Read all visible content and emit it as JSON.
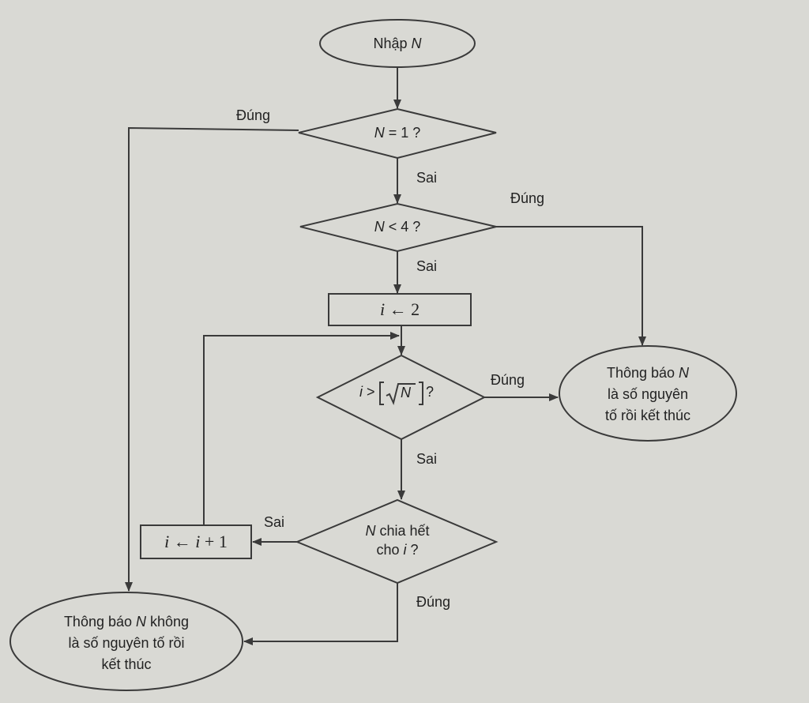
{
  "colors": {
    "background": "#d9d9d4",
    "stroke": "#3a3a3a",
    "text": "#222222"
  },
  "nodes": {
    "start": {
      "prefix": "Nhập ",
      "var": "N"
    },
    "check_n1": {
      "var": "N",
      "rest": " = 1 ?"
    },
    "check_n4": {
      "var": "N",
      "rest": " < 4 ?"
    },
    "assign_i2": {
      "var": "i",
      "rest": " ← 2"
    },
    "check_sqrt": {
      "var": "i",
      "rest": " > ",
      "sqrt_var": "N",
      "tail": " ?"
    },
    "check_div": {
      "line1_var": "N",
      "line1_rest": " chia hết",
      "line2_prefix": "cho ",
      "line2_var": "i",
      "line2_rest": " ?"
    },
    "increment_i": {
      "var1": "i",
      "arrow": " ← ",
      "var2": "i",
      "rest": " + 1"
    },
    "prime_end": {
      "line1_prefix": "Thông báo ",
      "line1_var": "N",
      "line2": "là số nguyên",
      "line3": "tố rồi kết thúc"
    },
    "not_prime_end": {
      "line1_prefix": "Thông báo ",
      "line1_var": "N",
      "line1_rest": " không",
      "line2": "là số nguyên tố rồi",
      "line3": "kết thúc"
    }
  },
  "edge_labels": {
    "n1_true": "Đúng",
    "n1_false": "Sai",
    "n4_true": "Đúng",
    "n4_false": "Sai",
    "sqrt_true": "Đúng",
    "sqrt_false": "Sai",
    "div_false": "Sai",
    "div_true": "Đúng"
  }
}
